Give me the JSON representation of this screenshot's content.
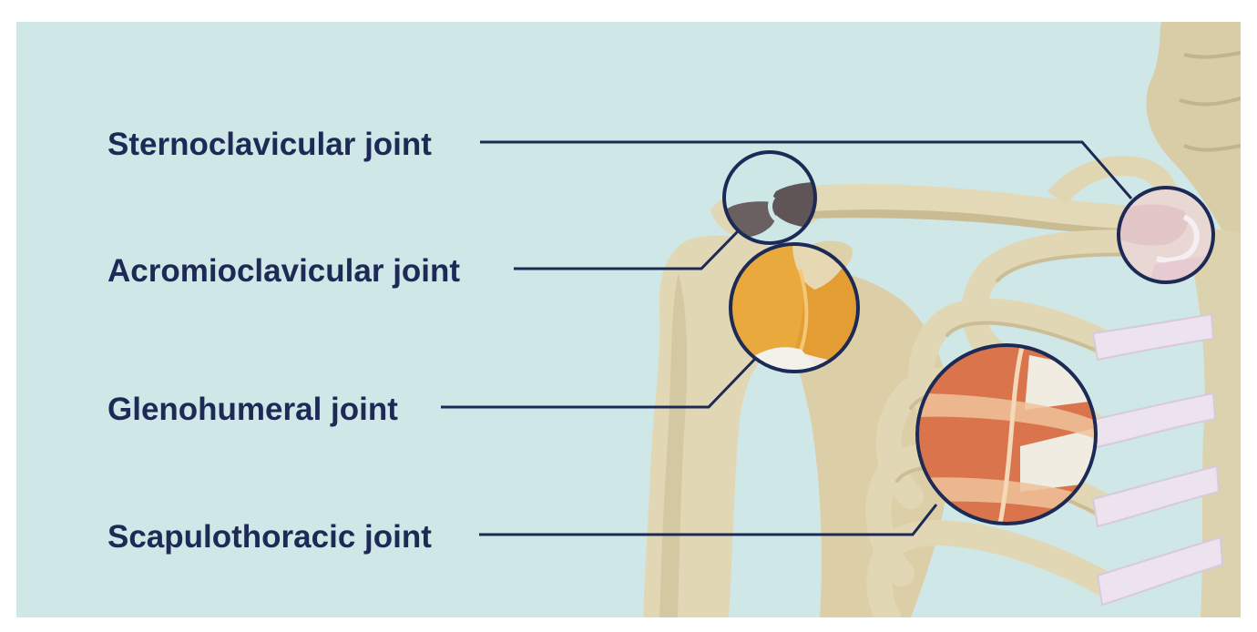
{
  "colors": {
    "background": "#cfe7e6",
    "frame": "#ffffff",
    "bone": "#e2d7b4",
    "bone_shadow": "#c8ba92",
    "cartilage": "#ece3ee",
    "label": "#1c2a55",
    "callout_line": "#1c2a55",
    "glenohumeral_highlight": "#e8a93a",
    "scapulothoracic_highlight": "#d9744c",
    "sternoclavicular_highlight": "#e7c9cc",
    "acromioclavicular_highlight": "#5f5557"
  },
  "labels": {
    "sternoclavicular": "Sternoclavicular joint",
    "acromioclavicular": "Acromioclavicular joint",
    "glenohumeral": "Glenohumeral joint",
    "scapulothoracic": "Scapulothoracic joint"
  }
}
